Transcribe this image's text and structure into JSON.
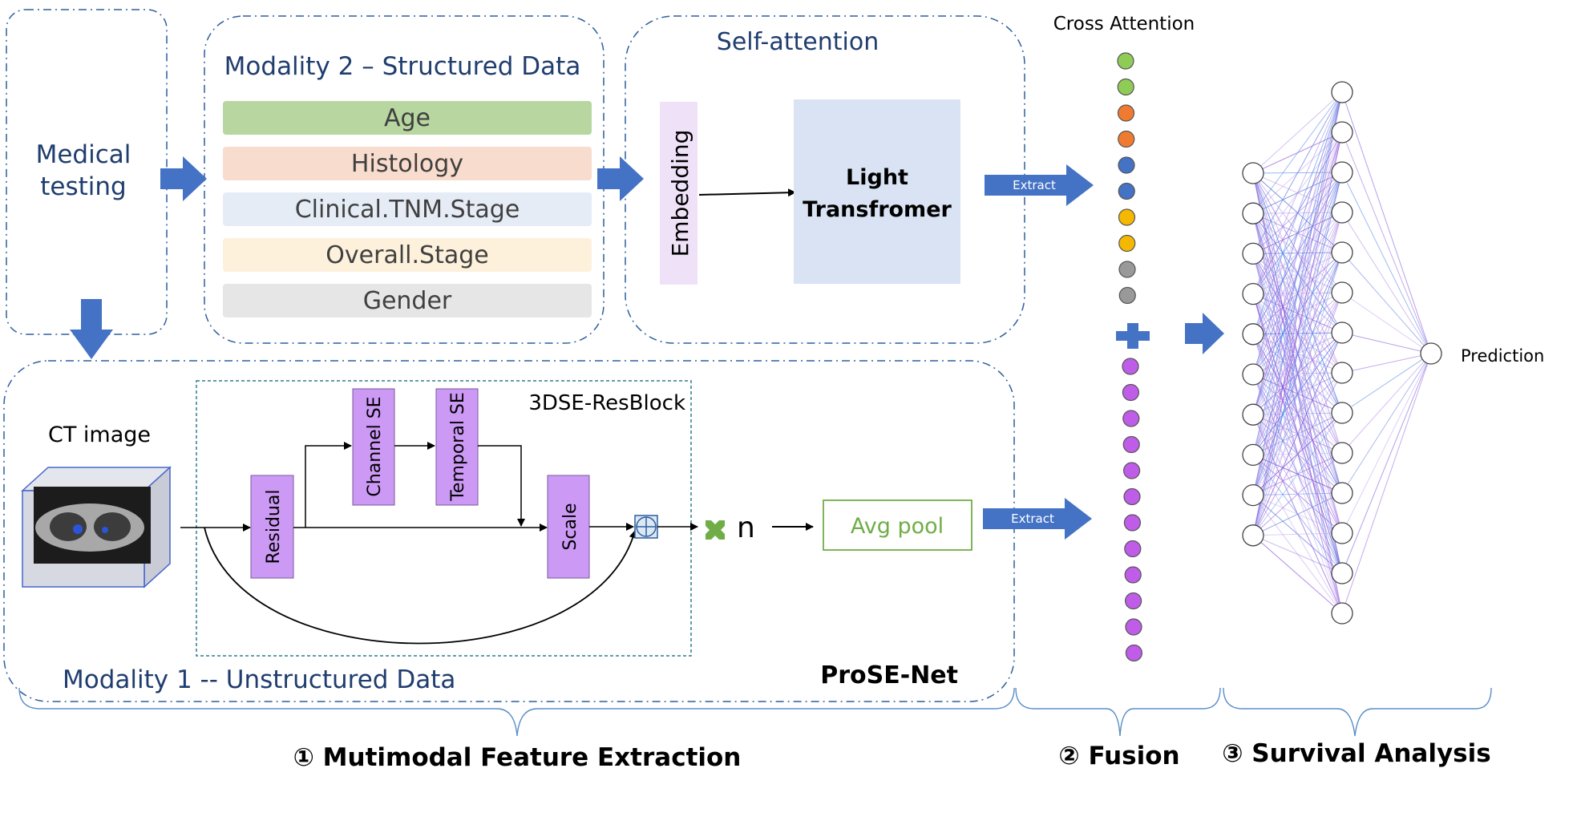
{
  "medical_testing": {
    "line1": "Medical",
    "line2": "testing"
  },
  "modality2": {
    "title": "Modality 2 – Structured Data",
    "items": [
      {
        "label": "Age",
        "color": "#b7d6a0"
      },
      {
        "label": "Histology",
        "color": "#f8dccd"
      },
      {
        "label": "Clinical.TNM.Stage",
        "color": "#e6ecf6"
      },
      {
        "label": "Overall.Stage",
        "color": "#fdf1dc"
      },
      {
        "label": "Gender",
        "color": "#e6e6e6"
      }
    ]
  },
  "self_attention": {
    "title": "Self-attention",
    "embedding": "Embedding",
    "transformer_line1": "Light",
    "transformer_line2": "Transfromer"
  },
  "extract_top": "Extract",
  "extract_bottom": "Extract",
  "cross_attention": "Cross Attention",
  "fusion_dots": {
    "top_colors": [
      "#8fcc55",
      "#8fcc55",
      "#f07a30",
      "#f07a30",
      "#4472c4",
      "#4472c4",
      "#f5b800",
      "#f5b800",
      "#999999",
      "#999999"
    ],
    "bottom_color": "#bf5ce8",
    "bottom_count": 12,
    "plus_color": "#4472c4"
  },
  "modality1": {
    "ct_image": "CT image",
    "block_title": "3DSE-ResBlock",
    "residual": "Residual",
    "channel_se": "Channel SE",
    "temporal_se": "Temporal SE",
    "scale": "Scale",
    "times_n": "n",
    "avg_pool": "Avg pool",
    "label": "Modality 1 -- Unstructured Data",
    "net_name": "ProSE-Net"
  },
  "prediction": "Prediction",
  "sections": {
    "feature_extraction": "① Mutimodal Feature Extraction",
    "fusion": "② Fusion",
    "survival": "③ Survival Analysis"
  },
  "colors": {
    "arrow_blue": "#4472c4",
    "frame_blue": "#2e5f9e",
    "purple_block": "#cc99f5",
    "green_text": "#70ad47"
  }
}
